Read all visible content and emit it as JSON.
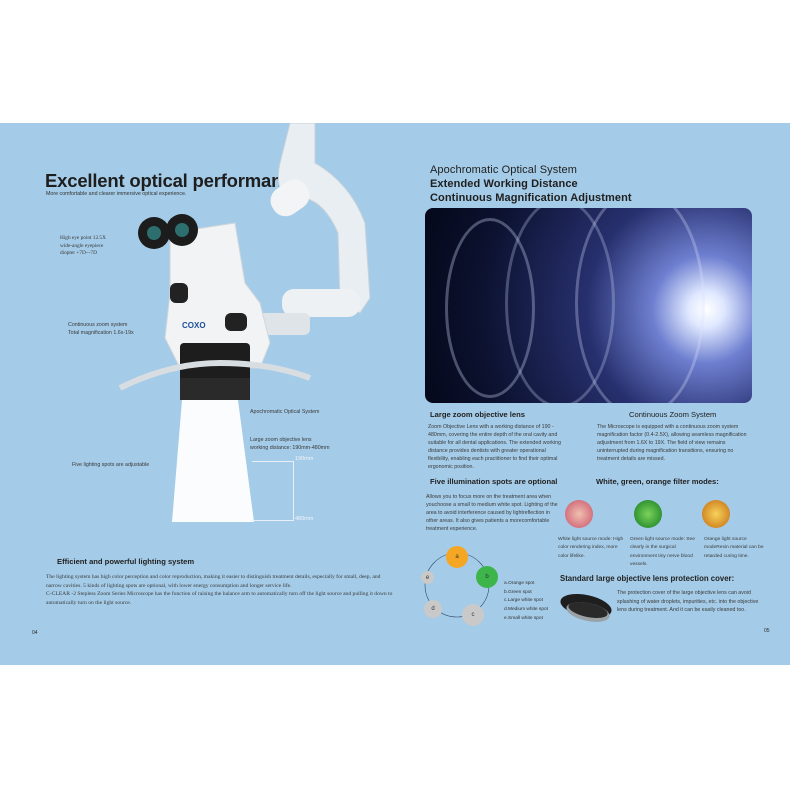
{
  "left_page": {
    "title": "Excellent optical performance",
    "subtitle": "More comfortable and clearer immersive optical experience.",
    "callouts": {
      "eyepiece": [
        "High eye point 12.5X",
        "wide-angle eyepiece",
        "diopter +7D~-7D"
      ],
      "zoom": [
        "Continuous zoom system",
        "Total magnification 1.6x-19x"
      ],
      "apochromatic": "Apochromatic Optical System",
      "objective": [
        "Large zoom objective lens",
        "working distance:  190mm-480mm"
      ],
      "spots": "Five lighting spots are adjustable",
      "dist_top": "190mm",
      "dist_bottom": "480mm"
    },
    "brand": "COXO",
    "section_title": "Efficient and powerful lighting system",
    "section_text": "The lighting system has high color perception and color reproduction, making it easier to distinguish treatment details, especially for small, deep, and narrow cavities. 5 kinds of lighting spots are optional, with lower energy consumption and longer service life.",
    "section_text2": "C-CLEAR -2 Stepless Zoom Series Microscope has the function of raising the balance arm to automatically turn off the light source and pulling it down to automatically turn on the light source.",
    "page_number": "04"
  },
  "right_page": {
    "headings": [
      "Apochromatic Optical System",
      "Extended Working Distance",
      "Continuous Magnification Adjustment"
    ],
    "lens_title": "Large zoom objective lens",
    "lens_text": "Zoom Objective Lens with a working distance of 190 - 480mm, covering the entire depth of the oral cavity and suitable for all dental applications. The extended working distance provides dentists with greater operational flexibility, enabling each practitioner to find their optimal ergonomic position.",
    "zoom_title": "Continuous Zoom System",
    "zoom_text": "The Microscope is equipped with a continuous zoom system magnification factor (0.4-2.5X), allowing seamless magnification adjustment from 1.6X to 19X. The field of view remains uninterrupted during magnification transitions, ensuring no treatment details are missed.",
    "spots_title": "Five illumination spots are optional",
    "spots_text": "Allows you to focus more on the treatment area when youchoose a small to medium white spot. Lighting of the area to avoid interference caused by lightreflection in other areas. It also gives patients a morecomfortable treatment experience.",
    "spots": [
      {
        "letter": "a",
        "label": "a.Orange spot",
        "color": "#f5a623"
      },
      {
        "letter": "b",
        "label": "b.Green spot",
        "color": "#3db54a"
      },
      {
        "letter": "c",
        "label": "c.Large white spot",
        "color": "#c9c9c9"
      },
      {
        "letter": "d",
        "label": "d.Medium white spot",
        "color": "#c9c9c9"
      },
      {
        "letter": "e",
        "label": "e.Small white spot",
        "color": "#c9c9c9"
      }
    ],
    "filter_title": "White, green, orange filter modes:",
    "filters": [
      {
        "text": "White light source mode: High color rendering index, more color lifelike.",
        "color": "#d9727f"
      },
      {
        "text": "Green light source mode: See clearly in the surgical environment tiny nerve blood vessels.",
        "color": "#2f9a3a"
      },
      {
        "text": "Orange light source modeResin material can be retarded curing time.",
        "color": "#e09a1c"
      }
    ],
    "cover_title": "Standard large objective lens protection cover:",
    "cover_text": "The protection cover of the large objective lens can avoid splashing of water droplets, impurities, etc. into the objective lens during treatment. And it can be easily cleaned too.",
    "page_number": "05"
  }
}
